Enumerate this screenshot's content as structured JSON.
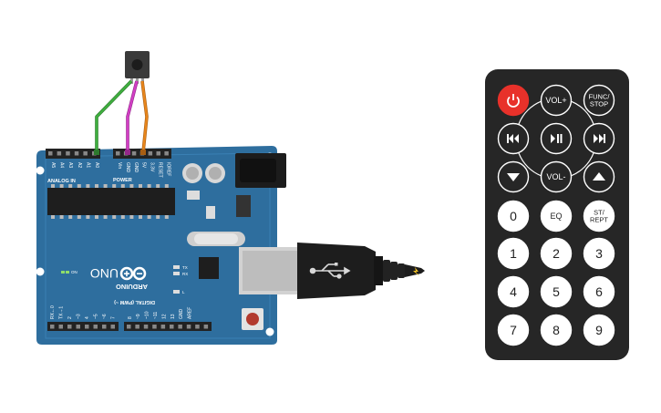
{
  "board": {
    "logo": "ARDUINO",
    "model": "UNO",
    "analog_header": "ANALOG IN",
    "power_header": "POWER",
    "digital_header": "DIGITAL (PWM ~)",
    "on_label": "ON",
    "tx_label": "TX",
    "rx_label": "RX",
    "l_label": "L",
    "analog_pins": [
      "A0",
      "A1",
      "A2",
      "A3",
      "A4",
      "A5"
    ],
    "power_pins": [
      "Vin",
      "GND",
      "GND",
      "5V",
      "3.3V",
      "RESET",
      "IOREF"
    ],
    "digital_pins_high": [
      "AREF",
      "GND",
      "13",
      "12",
      "~11",
      "~10",
      "~9",
      "8"
    ],
    "digital_pins_low": [
      "7",
      "~6",
      "~5",
      "4",
      "~3",
      "2",
      "TX→1",
      "RX←0"
    ]
  },
  "wires": {
    "colors": {
      "green": "#3fae3f",
      "magenta": "#d23fc4",
      "orange": "#e8861c"
    }
  },
  "remote": {
    "buttons": [
      {
        "name": "power-button",
        "label": "",
        "icon": "power-icon",
        "fill": "#e8312a"
      },
      {
        "name": "vol-up-button",
        "label": "VOL+"
      },
      {
        "name": "func-stop-button",
        "label": "FUNC/\nSTOP"
      },
      {
        "name": "prev-button",
        "label": "",
        "icon": "rewind-icon"
      },
      {
        "name": "play-pause-button",
        "label": "",
        "icon": "play-pause-icon"
      },
      {
        "name": "next-button",
        "label": "",
        "icon": "fast-forward-icon"
      },
      {
        "name": "down-button",
        "label": "",
        "icon": "triangle-down-icon"
      },
      {
        "name": "vol-down-button",
        "label": "VOL-"
      },
      {
        "name": "up-button",
        "label": "",
        "icon": "triangle-up-icon"
      },
      {
        "name": "digit-0-button",
        "label": "0"
      },
      {
        "name": "eq-button",
        "label": "EQ"
      },
      {
        "name": "st-rept-button",
        "label": "ST/\nREPT"
      },
      {
        "name": "digit-1-button",
        "label": "1"
      },
      {
        "name": "digit-2-button",
        "label": "2"
      },
      {
        "name": "digit-3-button",
        "label": "3"
      },
      {
        "name": "digit-4-button",
        "label": "4"
      },
      {
        "name": "digit-5-button",
        "label": "5"
      },
      {
        "name": "digit-6-button",
        "label": "6"
      },
      {
        "name": "digit-7-button",
        "label": "7"
      },
      {
        "name": "digit-8-button",
        "label": "8"
      },
      {
        "name": "digit-9-button",
        "label": "9"
      }
    ]
  }
}
